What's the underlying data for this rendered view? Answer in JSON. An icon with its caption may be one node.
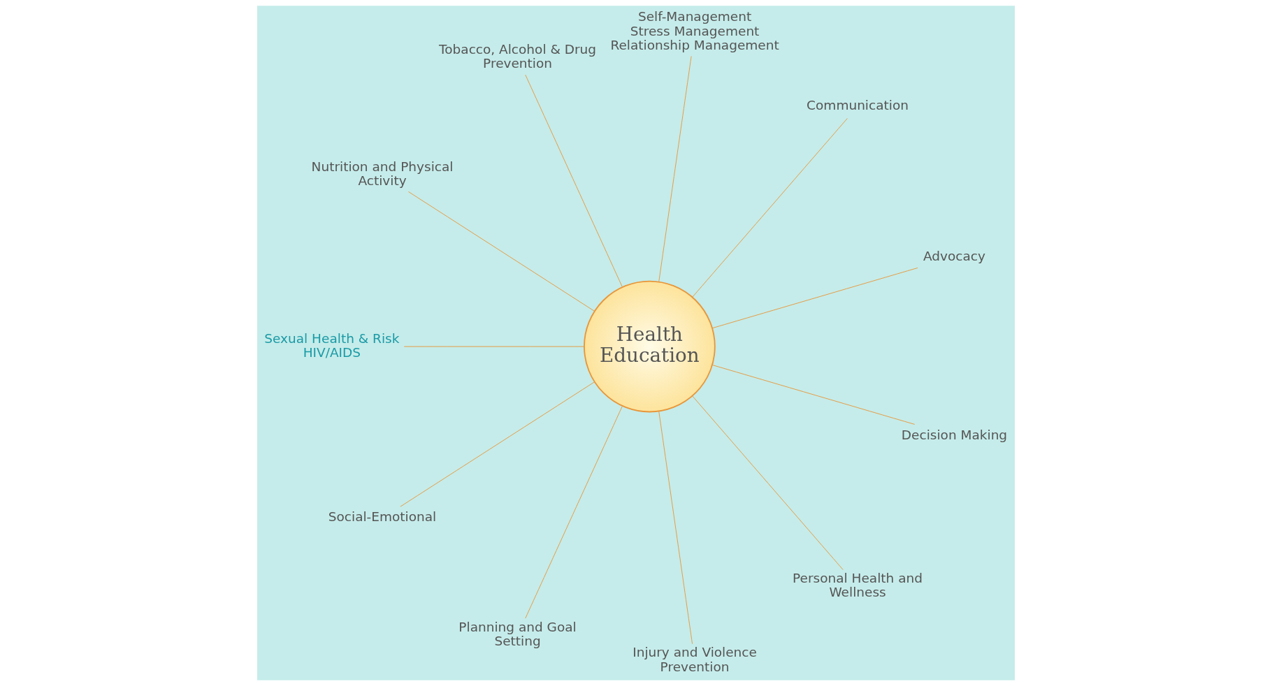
{
  "diagram": {
    "nodes": [
      {
        "text": [
          "Health Education"
        ]
      },
      {
        "text": [
          "Advocacy"
        ]
      },
      {
        "text": [
          "Communication"
        ]
      },
      {
        "text": [
          "Self-Management",
          "Stress Management",
          "Relationship Management"
        ]
      },
      {
        "text": [
          "Tobacco, Alcohol & Drug Prevention"
        ]
      },
      {
        "text": [
          "Nutrition and Physical Activity"
        ]
      },
      {
        "text": [
          "Sexual Health & Risk",
          "HIV/AIDS"
        ]
      },
      {
        "text": [
          "Social-Emotional"
        ]
      },
      {
        "text": [
          "Planning and Goal Setting"
        ]
      },
      {
        "text": [
          "Injury and Violence Prevention"
        ]
      },
      {
        "text": [
          "Personal Health and Wellness"
        ]
      },
      {
        "text": [
          "Decision Making"
        ]
      }
    ],
    "edges": [
      {
        "from": 0,
        "to": 1,
        "arrow": "none"
      },
      {
        "from": 0,
        "to": 2,
        "arrow": "none"
      },
      {
        "from": 0,
        "to": 3,
        "arrow": "none"
      },
      {
        "from": 0,
        "to": 4,
        "arrow": "none"
      },
      {
        "from": 0,
        "to": 5,
        "arrow": "none"
      },
      {
        "from": 0,
        "to": 6,
        "arrow": "none"
      },
      {
        "from": 0,
        "to": 7,
        "arrow": "none"
      },
      {
        "from": 0,
        "to": 8,
        "arrow": "none"
      },
      {
        "from": 0,
        "to": 9,
        "arrow": "none"
      },
      {
        "from": 0,
        "to": 10,
        "arrow": "none"
      },
      {
        "from": 0,
        "to": 11,
        "arrow": "none"
      }
    ]
  }
}
